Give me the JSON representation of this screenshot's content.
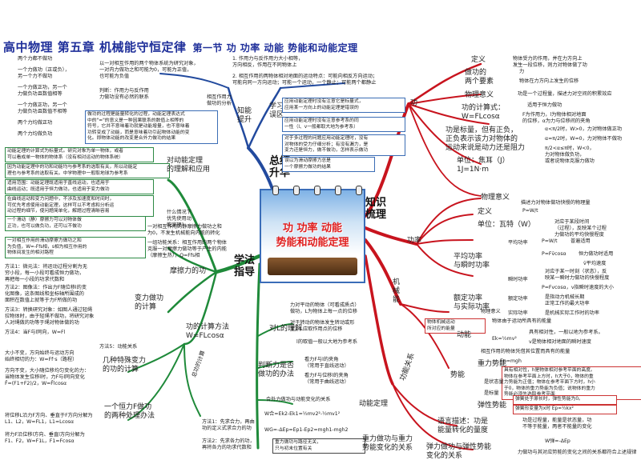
{
  "header": {
    "title": "高中物理 第五章 机械能守恒定律",
    "subtitle": "第一节 功 功率 动能 势能和动能定理"
  },
  "center": {
    "line1": "功 功率 动能",
    "line2": "势能和动能定理"
  },
  "hubs": {
    "summary": "总结\n升华",
    "knowledge": "知识\n梳理",
    "method": "学法\n指导"
  },
  "branches": {
    "zhishi": "知能\n提升",
    "xuexi": "学习\n误区",
    "gong": "功",
    "gonglv": "功率",
    "jixieneng": "机\n械\n能",
    "donggxi": "功能关系",
    "duili": "对动能定理\n的理解和应用",
    "mocali": "摩擦力的功",
    "bianli": "变力做功\n的计算",
    "jisuan": "功的计算方法\nW=FLcosα",
    "jizhong": "几种特殊变力\n的功的计算",
    "hengli": "一个恒力F做功\n的两种处理办法",
    "zongli": "总功的计算",
    "duiL": "对L的理解",
    "panduan": "判断力是否\n做功的办法",
    "donglineng": "动能定理",
    "zhongli_gx": "重力做功与重力\n势能变化的关系",
    "tanli_gx": "弹力做功与弹性势能\n变化的关系"
  },
  "left_items": [
    "两个力都不做功",
    "一个力做功（正或负），\n另一个力不做功",
    "一个力做正功，另一个\n力做负功且数值相等",
    "一个力做正功，另一个\n力做负功且数值不相等",
    "两个力均做正功",
    "两个力均做负功"
  ],
  "left_mid": [
    "以一对相互作用的两个物体系统为研究对象，\n一对内力做功之和可能为0，可能为正值，\n也可能为负值",
    "判断：作用力与反作用\n力做功没有必然的联系",
    "做功的过程是能量转化的过程，动能定理表达式\n中的\"=\"的意义是一种因果联系的数值上相等的\n符号，它并不意味着功就是动能增量，也不意味着\n功转变成了动能，而是意味着功引起物体动能的变\n化。即物体动能的改变是合外力做功的结果"
  ],
  "left_lower": [
    "动能定理的计算式为标量式。研究对象为单一物体，或者\n可以看成单一物体的物体系（没有相对运动的物体系统）",
    "因为动能定理中的功和动能均与参考系的选取有关，所以动能定\n理也与参考系的选取有关。中学物理中一般取地球为参考系",
    "适用范围：动能定理既适用于直线运动，也适用于\n曲线运动；既适用于恒力做功，也适用于变力做功",
    "在曲线运动和变力问题中，不涉及加速度和时间时，\n可优先考虑使用动能定理，这样可以不考虑和分析运\n动过程的细节，使问题简单化，解题过程清晰容易",
    "什么情况下\n优先使用动\n能定理?"
  ],
  "friction": [
    "一个滑动（静）摩擦力可以对物体做\n正功，也可以做负功，还可以不做功",
    "一对相互作用的静摩擦力做功之和\n为0，不发生机械能向内能的转化",
    "一组功能关系：相互作用的两个物体\n克服一对摩擦力做功等于产生的内能\n（摩擦生热），Q=Ffs相",
    "一对相互作用的滑动摩擦力做功之和\n为负值，W=-Ffs相，s相为相互作用的\n物体间发生的相对路程"
  ],
  "varforce": [
    "方法1：微元法：将运动过程分割为无\n穷小段，每一小段可看成恒力做功，\n再把每一小段的功求代数和",
    "方法2：图像法：作出力F随位移l的变\n化图像，这条图线和坐标轴所围成的\n面积在数值上就等于力F所做的功",
    "方法3：转换研究对象：如图人通过轻绳\n拉物体时，由于轻绳不做功，将研究对象\n人对绳做的功等于绳对物体做的功",
    "方法4：当F与l同向，W=Fl",
    "方法5：动能关系"
  ],
  "special": [
    "大小不变，方向始终与运动方向\n始终相切的力：W=Ff·s（路程）",
    "方向不变，大小随位移均匀变化的力：\n当物体发生位移l时，力F与l同向变化\nF̄=(F1+F2)/2，W=F̄lcosα",
    "将位移L沿力F方向、垂直于F方向分解为\nL1、L2，W=FL1，L1=Lcosα",
    "将力F沿位移l方向、垂直l方向分解为\nF1、F2，W=F1L，F1=Fcosα"
  ],
  "total": [
    "方法1：先求合力，再由\n功的定义式求合力的功",
    "方法2：先求各力的功，\n再将各力的功求代数和"
  ],
  "duiL_items": [
    "力对平动的物体（可看成质点）\n做功，L为物体上每一点的位移",
    "对于转动的物体发生转动或形\n变，L应取作用点的位移",
    "l的取值一般以大地为参考系"
  ],
  "panduan_items": [
    "看力F与l的夹角\n（常用于直线运动）",
    "看力F与位移l的夹角\n（常用于曲线运动）"
  ],
  "dongli_items": [
    "合外力做功与动能变化的关系",
    "W合=Ek2-Ek1=½mv2²-½mv1²",
    "WG=-ΔEp=Ep1-Ep2=mgh1-mgh2",
    "重力做功与路径无关，\n只与初末位置有关"
  ],
  "top_mid": [
    "1. 作用力与反作用力大小相等，\n方向相反，作用在不同物体上",
    "2. 相互作用的两物体相对地面的运动特点：可能向相反方向运动；\n可能向同一方向运动；可能一个运动，一个静止；可能两个都静止",
    "相互作用力\n做功的分析",
    "应用动能定理时没有注意它是标量式，\n应用某一方向上的动能定理是错误的",
    "应用动能定理时没有注意参考系的同\n一性（l、v一般都取大地为参考系）",
    "对于多过程的问题应用动能定理时，没有\n对物体的受力仔细分析；有没有漏力，是\n变力还是恒力，做不做功，怎样表示做功",
    "误以为滑动摩擦力总是\n一个摩擦力做功的结果"
  ],
  "right_gong": {
    "dingyi": "定义",
    "dingyi_text": "物体受力的作用，并在力方向上\n发生一段位移，则力对物体做了功",
    "yaosu": "做功的\n两个要素",
    "yaosu_1": "力",
    "yaosu_2": "物体在力方向上发生的位移",
    "wuliyiyi": "物理意义",
    "wuliyiyi_text": "功是一个过程量，描述力对空间的积累效应",
    "jisuanshi": "功的计算式：\nW=FLcosα",
    "jisuanshi_text": "适用于恒力做功",
    "jisuanshi_note": "F为作用力，l为物体相对地面\n的位移，α为力与位移间的夹角",
    "biaoliang": "功是标量，但有正负，\n正负表示该力对物体的\n运动来说是动力还是阻力",
    "cases": [
      "α<π/2时，W>0，力对物体做正功",
      "α=π/2时，W=0，力对物体不做功",
      "π/2<α≤π时，W<0，\n力对物体做负功，\n或者说物体克服力做功"
    ],
    "danwei": "单位：焦耳（J）\n1J=1N·m"
  },
  "right_gonglv": {
    "yiyi": "物理意义",
    "yiyi_text": "描述力对物体做功快慢的物理量",
    "dingyi": "定义",
    "dingyi_formula": "P=W/t",
    "danwei": "单位：瓦特（W）",
    "danwei_note": "对应于某段时间\n（过程），反映某个过程\n力做功的平均快慢程度",
    "pingjun": "平均功率\n与瞬时功率",
    "pingjun_gl": "平均功率",
    "p_formula_1": "P=W/t",
    "p_label_1": "普遍适用",
    "p_formula_2": "P=Fv̄cosα",
    "p_label_2": "恒力做功时适用",
    "p_note_3": "v̄平均速度",
    "shunshi": "瞬时功率",
    "shunshi_note": "对应于某一时刻（状态），反\n映某一瞬时力做功的快慢程度",
    "shunshi_formula": "P=Fvcosα，v指瞬时速度的大小",
    "eding": "额定功率\n与实际功率",
    "eding_gl": "额定功率",
    "eding_note": "是指动力机械长期\n正常工作的最大功率",
    "shiji_gl": "实际功率",
    "shiji_note": "是机械实际工作时的功率"
  },
  "right_jixie": {
    "header": "物体机械运动\n所对应的能量",
    "dongneng": "动能",
    "dn_1": "物体由于运动所具有的能量",
    "dn_2": "具有相对性，一般以地为参考系。",
    "dn_formula": "Ek=½mv²",
    "dn_3": "v是物体相对地面的瞬时速度",
    "dn_4": "相互作用的物体凭借其位置而具有的能量",
    "shineng": "势能",
    "zhonglishineng": "重力势能",
    "zl_formula": "Ep=mgh",
    "zl_note": "具有相对性，h是物体相对参考平面的高度。\n物体在参考平面上方时，h大于0，物体的重\n力势能为正值；物体在参考平面下方时，h小\n于0，物体的重力势能为负值；说物体的重力\n势能必须先选取参考平面",
    "shi_bl": "是标量",
    "shi_zt": "是状态量",
    "tanxing": "弹性势能",
    "tx_1": "弹簧处于原长时，弹性势能为0。",
    "tx_2": "弹簧形变量为x时 Ep=½kx²",
    "wuli": "物理意义"
  },
  "right_gx": {
    "yuyan": "语言描述：功是\n能量转化的量度",
    "yuyan_note": "功是过程量，能量是状态量，功\n不等于能量，两者不能量的变化",
    "tanli": "弹力做功与弹性势能\n变化的关系",
    "tl_formula": "W弹=-ΔEp",
    "tl_note": "力做功与其对应势能的变化之间的关系都符合上述规律"
  }
}
